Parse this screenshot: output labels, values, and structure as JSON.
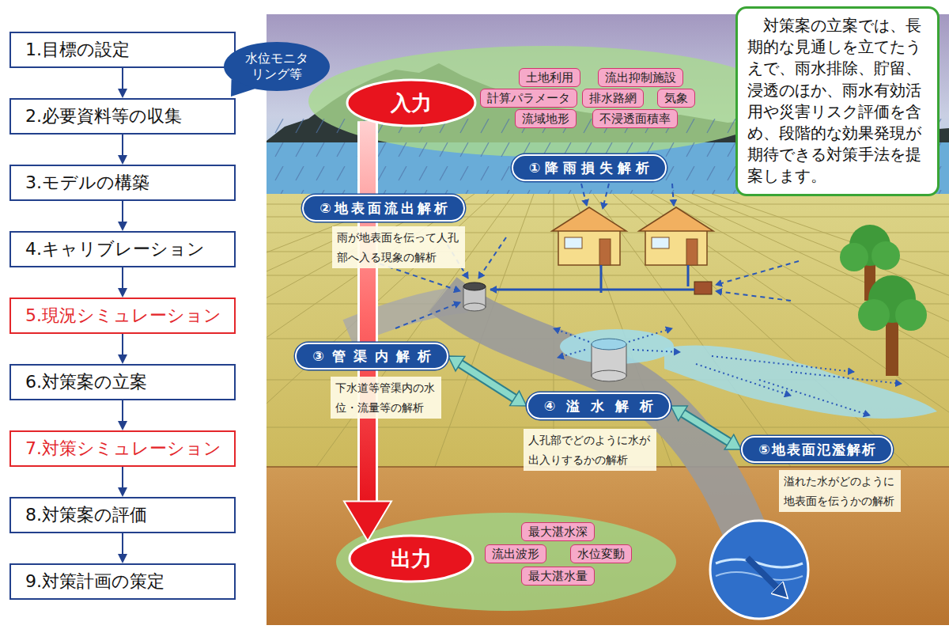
{
  "diagram": {
    "nodes": [
      {
        "text": [
          "1.目標の設定"
        ]
      },
      {
        "text": [
          "2.必要資料等の収集"
        ]
      },
      {
        "text": [
          "3.モデルの構築"
        ]
      },
      {
        "text": [
          "4.キャリブレーション"
        ]
      },
      {
        "text": [
          "5.現況シミュレーション"
        ]
      },
      {
        "text": [
          "6.対策案の立案"
        ]
      },
      {
        "text": [
          "7.対策シミュレーション"
        ]
      },
      {
        "text": [
          "8.対策案の評価"
        ]
      },
      {
        "text": [
          "9.対策計画の策定"
        ]
      },
      {
        "text": [
          "水位モニタリング等"
        ]
      },
      {
        "text": [
          "入力"
        ]
      },
      {
        "text": [
          "土地利用"
        ]
      },
      {
        "text": [
          "流出抑制施設"
        ]
      },
      {
        "text": [
          "計算パラメータ"
        ]
      },
      {
        "text": [
          "排水路網"
        ]
      },
      {
        "text": [
          "気象"
        ]
      },
      {
        "text": [
          "流域地形"
        ]
      },
      {
        "text": [
          "不浸透面積率"
        ]
      },
      {
        "text": [
          "対策案の立案では、長期的な見通しを立てたうえで、雨水排除、貯留、浸透のほか、雨水有効活用や災害リスク評価を含め、段階的な効果発現が期待できる対策手法を提案します。"
        ]
      },
      {
        "text": [
          "①降雨損失解析"
        ]
      },
      {
        "text": [
          "②地表面流出解析"
        ]
      },
      {
        "text": [
          "雨が地表面を伝って人孔部へ入る現象の解析"
        ]
      },
      {
        "text": [
          "③管渠内解析"
        ]
      },
      {
        "text": [
          "下水道等管渠内の水位・流量等の解析"
        ]
      },
      {
        "text": [
          "④溢水解析"
        ]
      },
      {
        "text": [
          "人孔部でどのように水が出入りするかの解析"
        ]
      },
      {
        "text": [
          "⑤地表面氾濫解析"
        ]
      },
      {
        "text": [
          "溢れた水がどのように地表面を伝うかの解析"
        ]
      },
      {
        "text": [
          "出力"
        ]
      },
      {
        "text": [
          "最大湛水深"
        ]
      },
      {
        "text": [
          "流出波形"
        ]
      },
      {
        "text": [
          "水位変動"
        ]
      },
      {
        "text": [
          "最大湛水量"
        ]
      }
    ],
    "edges": [
      {
        "from": 0,
        "to": 1,
        "arrow": "to"
      },
      {
        "from": 1,
        "to": 2,
        "arrow": "to"
      },
      {
        "from": 2,
        "to": 3,
        "arrow": "to"
      },
      {
        "from": 3,
        "to": 4,
        "arrow": "to"
      },
      {
        "from": 4,
        "to": 5,
        "arrow": "to"
      },
      {
        "from": 5,
        "to": 6,
        "arrow": "to"
      },
      {
        "from": 6,
        "to": 7,
        "arrow": "to"
      },
      {
        "from": 7,
        "to": 8,
        "arrow": "to"
      },
      {
        "from": 10,
        "to": 28,
        "arrow": "to"
      },
      {
        "from": 22,
        "to": 24,
        "arrow": "both"
      },
      {
        "from": 24,
        "to": 26,
        "arrow": "both"
      }
    ]
  }
}
